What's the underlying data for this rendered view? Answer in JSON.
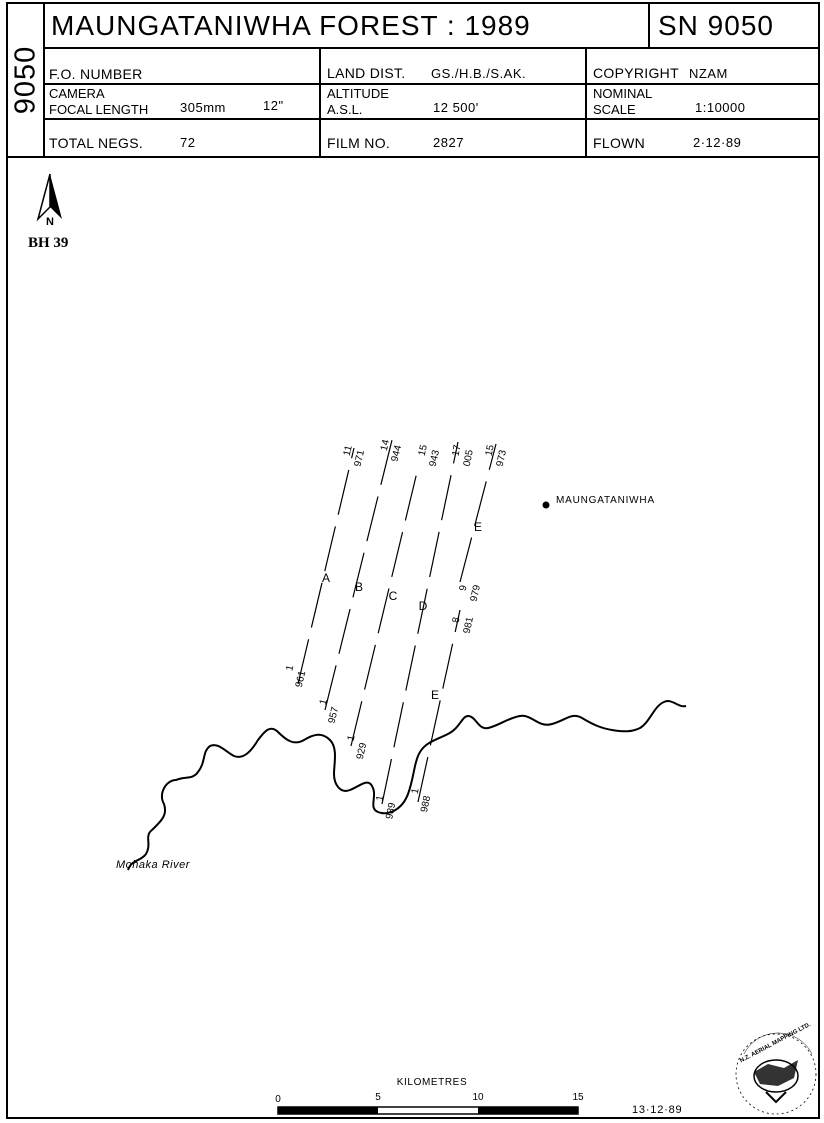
{
  "header": {
    "side_id": "9050",
    "title": "MAUNGATANIWHA  FOREST : 1989",
    "sheet_no": "SN 9050",
    "fo_number_label": "F.O. NUMBER",
    "fo_number_value": "",
    "land_dist_label": "LAND DIST.",
    "land_dist_value": "GS./H.B./S.AK.",
    "copyright_label": "COPYRIGHT",
    "copyright_value": "NZAM",
    "camera_label": "CAMERA",
    "focal_length_label": "FOCAL LENGTH",
    "focal_length_mm": "305mm",
    "focal_length_in": "12\"",
    "altitude_label": "ALTITUDE",
    "asl_label": "A.S.L.",
    "altitude_value": "12 500'",
    "nominal_label": "NOMINAL",
    "scale_label": "SCALE",
    "scale_value": "1:10000",
    "total_negs_label": "TOTAL NEGS.",
    "total_negs_value": "72",
    "film_no_label": "FILM NO.",
    "film_no_value": "2827",
    "flown_label": "FLOWN",
    "flown_value": "2·12·89"
  },
  "map": {
    "north_label": "N",
    "grid_ref": "BH 39",
    "place_label": "MAUNGATANIWHA",
    "river_label": "Mohaka River",
    "flight_lines": [
      {
        "letter": "A",
        "start_no": "1",
        "start_neg": "961",
        "end_no": "11",
        "end_neg": "971"
      },
      {
        "letter": "B",
        "start_no": "1",
        "start_neg": "957",
        "end_no": "14",
        "end_neg": "944"
      },
      {
        "letter": "C",
        "start_no": "1",
        "start_neg": "929",
        "end_no": "15",
        "end_neg": "943"
      },
      {
        "letter": "D",
        "start_no": "1",
        "start_neg": "989",
        "end_no": "17",
        "end_neg": "005"
      },
      {
        "letter": "E",
        "start_no": "1",
        "start_neg": "988",
        "mid_end_no": "8",
        "mid_end_neg": "981",
        "mid_start_no": "9",
        "mid_start_neg": "979",
        "end_no": "15",
        "end_neg": "973"
      }
    ]
  },
  "scale_bar": {
    "title": "KILOMETRES",
    "ticks": [
      "0",
      "5",
      "10",
      "15"
    ]
  },
  "footer": {
    "date": "13·12·89",
    "seal_text": "N.Z. AERIAL MAPPING LTD."
  }
}
